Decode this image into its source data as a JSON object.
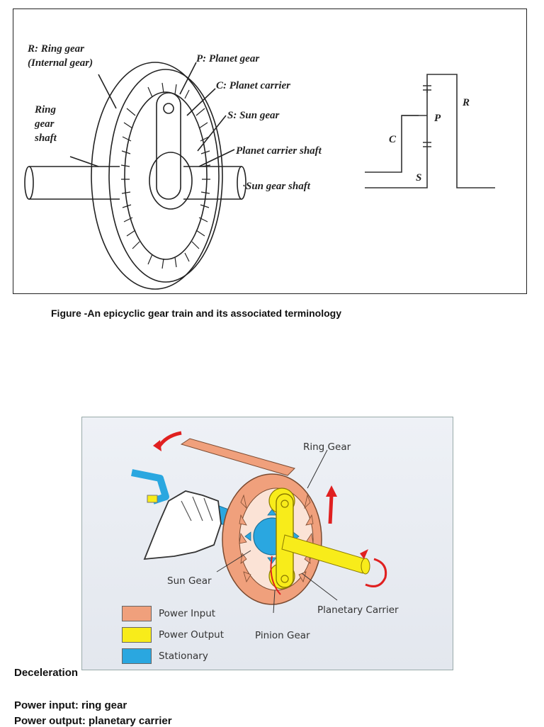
{
  "figure1": {
    "labels": {
      "ring_gear": "R: Ring gear",
      "internal_gear": "(Internal gear)",
      "planet_gear": "P: Planet gear",
      "planet_carrier": "C: Planet carrier",
      "sun_gear": "S: Sun gear",
      "planet_carrier_shaft": "Planet carrier shaft",
      "sun_gear_shaft": "Sun gear shaft",
      "ring_gear_shaft_1": "Ring",
      "ring_gear_shaft_2": "gear",
      "ring_gear_shaft_3": "shaft"
    },
    "schematic": {
      "R": "R",
      "P": "P",
      "C": "C",
      "S": "S"
    },
    "caption": "Figure -An epicyclic gear train and its associated terminology"
  },
  "figure2": {
    "labels": {
      "ring_gear": "Ring Gear",
      "sun_gear": "Sun Gear",
      "planetary_carrier": "Planetary Carrier",
      "pinion_gear": "Pinion Gear"
    },
    "legend": [
      {
        "label": "Power Input",
        "color": "#f0a07c"
      },
      {
        "label": "Power Output",
        "color": "#f8ec1a"
      },
      {
        "label": "Stationary",
        "color": "#2aa7e0"
      }
    ]
  },
  "text": {
    "heading": "Deceleration",
    "power_input": "Power input: ring gear",
    "power_output": "Power output: planetary carrier"
  }
}
